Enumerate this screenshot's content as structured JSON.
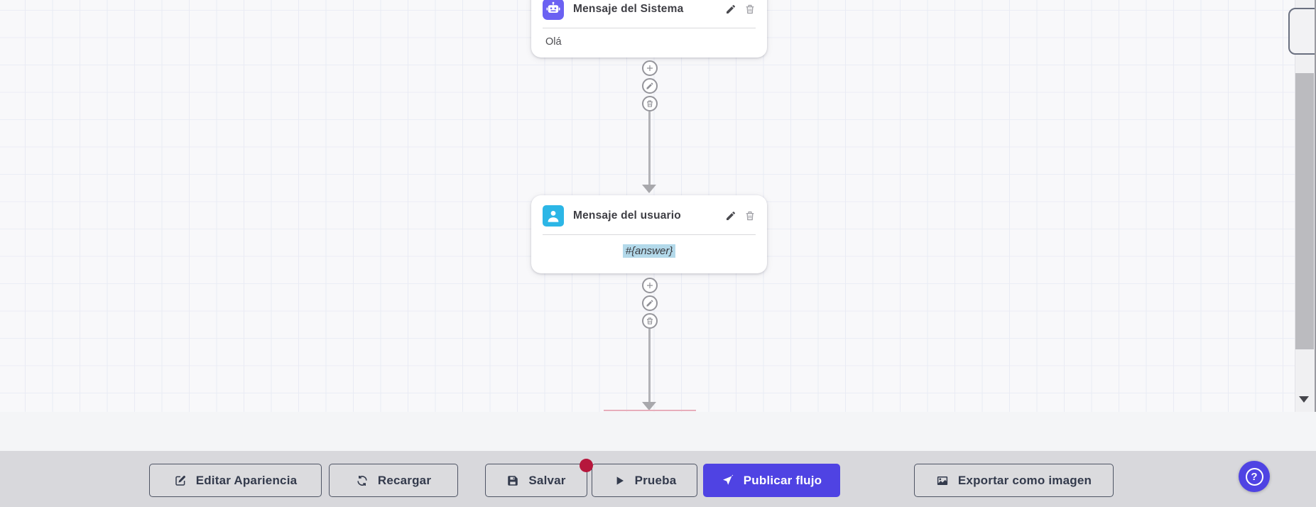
{
  "nodes": [
    {
      "title": "Mensaje del Sistema",
      "content": "Olá",
      "icon": "robot-icon",
      "icon_color": "#6b61f2"
    },
    {
      "title": "Mensaje del usuario",
      "content": "#{answer}",
      "icon": "user-icon",
      "icon_color": "#2cb6e6",
      "content_highlighted": true
    }
  ],
  "node_actions": {
    "edit": "pencil-icon",
    "delete": "trash-icon"
  },
  "connector_actions": {
    "add": "plus-icon",
    "edit": "pencil-icon",
    "delete": "trash-icon"
  },
  "toolbar": {
    "buttons": [
      {
        "label": "Editar Apariencia",
        "icon": "edit-icon"
      },
      {
        "label": "Recargar",
        "icon": "refresh-icon"
      },
      {
        "label": "Salvar",
        "icon": "save-icon",
        "has_badge": true
      },
      {
        "label": "Prueba",
        "icon": "play-icon"
      },
      {
        "label": "Publicar flujo",
        "icon": "rocket-icon",
        "variant": "primary"
      },
      {
        "label": "Exportar como imagen",
        "icon": "image-icon"
      }
    ]
  },
  "help": {
    "glyph": "?",
    "icon": "question-icon"
  },
  "colors": {
    "accent": "#4f43e3",
    "system_node_icon_bg": "#6b61f2",
    "user_node_icon_bg": "#2cb6e6",
    "content_highlight_bg": "#b3d9ea",
    "unsaved_badge_red": "#b6173c",
    "toolbar_bg": "#d8d8dc",
    "canvas_bg": "#f8f8fa",
    "next_node_edge_pink": "#e7aebb",
    "connector_gray": "#95959b"
  }
}
